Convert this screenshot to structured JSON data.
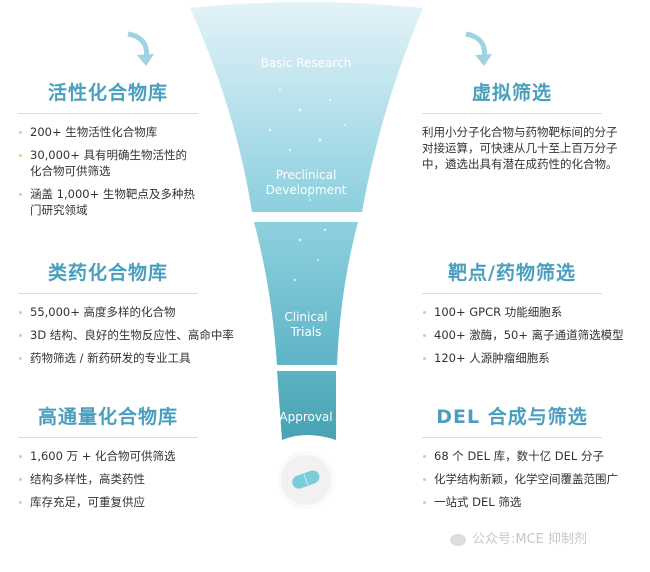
{
  "funnel": {
    "stages": [
      "Basic Research",
      "Preclinical Development",
      "Clinical Trials",
      "Approval"
    ],
    "stage_lines": {
      "preclinical_1": "Preclinical",
      "preclinical_2": "Development",
      "clinical_1": "Clinical",
      "clinical_2": "Trials"
    }
  },
  "left": [
    {
      "title": "活性化合物库",
      "items": [
        "200+ 生物活性化合物库",
        "30,000+ 具有明确生物活性的化合物可供筛选",
        "涵盖 1,000+ 生物靶点及多种热门研究领域"
      ]
    },
    {
      "title": "类药化合物库",
      "items": [
        "55,000+ 高度多样的化合物",
        "3D 结构、良好的生物反应性、高命中率",
        "药物筛选 / 新药研发的专业工具"
      ]
    },
    {
      "title": "高通量化合物库",
      "items": [
        "1,600 万 + 化合物可供筛选",
        "结构多样性，高类药性",
        "库存充足，可重复供应"
      ]
    }
  ],
  "right": [
    {
      "title": "虚拟筛选",
      "text": "利用小分子化合物与药物靶标间的分子对接运算，可快速从几十至上百万分子中，遴选出具有潜在成药性的化合物。"
    },
    {
      "title": "靶点/药物筛选",
      "items": [
        "100+ GPCR 功能细胞系",
        "400+ 激酶，50+ 离子通道筛选模型",
        "120+ 人源肿瘤细胞系"
      ]
    },
    {
      "title": "DEL 合成与筛选",
      "items": [
        "68 个 DEL 库，数十亿 DEL 分子",
        "化学结构新颖，化学空间覆盖范围广",
        "一站式 DEL 筛选"
      ]
    }
  ],
  "watermark": "公众号:MCE 抑制剂",
  "colors": {
    "accent": "#4a9fbe",
    "bullet": "#f2c680"
  }
}
